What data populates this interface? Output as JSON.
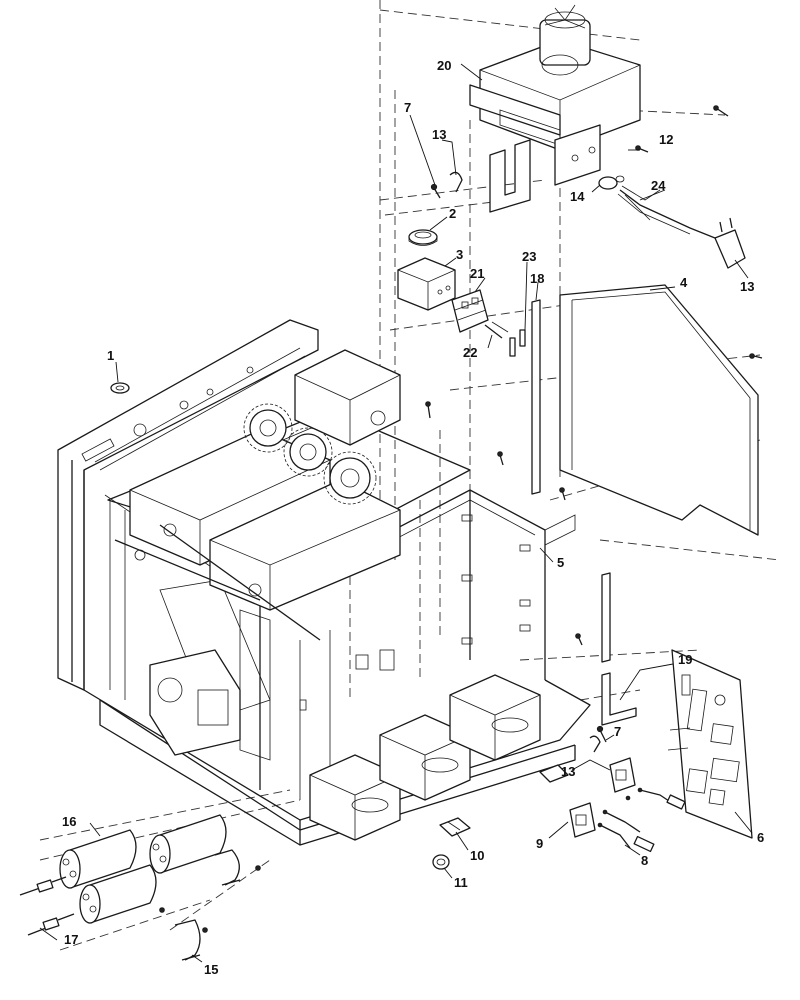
{
  "diagram": {
    "callouts": [
      {
        "id": "1",
        "text": "1"
      },
      {
        "id": "2",
        "text": "2"
      },
      {
        "id": "3",
        "text": "3"
      },
      {
        "id": "4",
        "text": "4"
      },
      {
        "id": "5",
        "text": "5"
      },
      {
        "id": "6",
        "text": "6"
      },
      {
        "id": "7a",
        "text": "7"
      },
      {
        "id": "7b",
        "text": "7"
      },
      {
        "id": "8",
        "text": "8"
      },
      {
        "id": "9",
        "text": "9"
      },
      {
        "id": "10",
        "text": "10"
      },
      {
        "id": "11",
        "text": "11"
      },
      {
        "id": "12",
        "text": "12"
      },
      {
        "id": "13a",
        "text": "13"
      },
      {
        "id": "13b",
        "text": "13"
      },
      {
        "id": "13c",
        "text": "13"
      },
      {
        "id": "14",
        "text": "14"
      },
      {
        "id": "15",
        "text": "15"
      },
      {
        "id": "16",
        "text": "16"
      },
      {
        "id": "17",
        "text": "17"
      },
      {
        "id": "18",
        "text": "18"
      },
      {
        "id": "19",
        "text": "19"
      },
      {
        "id": "20",
        "text": "20"
      },
      {
        "id": "21",
        "text": "21"
      },
      {
        "id": "22",
        "text": "22"
      },
      {
        "id": "23",
        "text": "23"
      },
      {
        "id": "24",
        "text": "24"
      }
    ]
  }
}
